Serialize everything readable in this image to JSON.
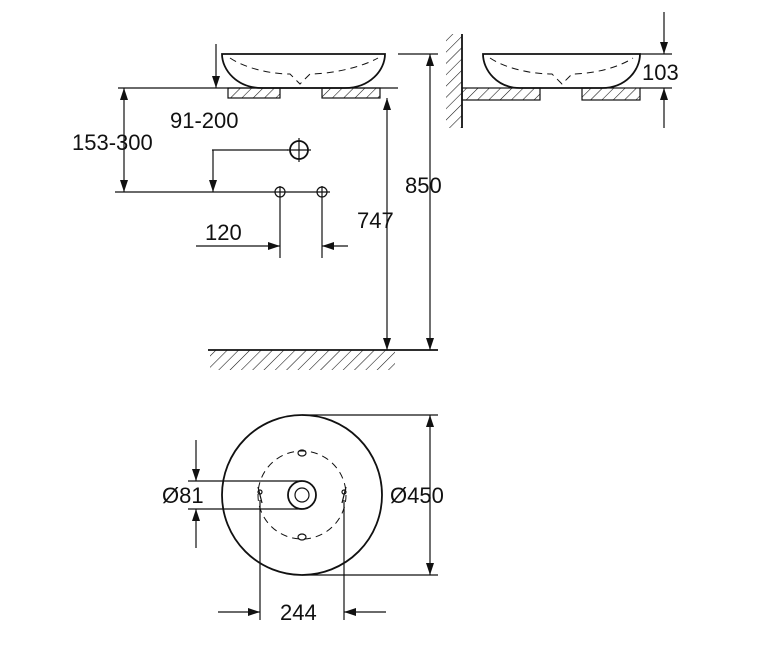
{
  "dimensions": {
    "mount_height": "850",
    "mount_to_outlet": "747",
    "basin_height": "103",
    "outlet_range": "153-300",
    "offset_range": "91-200",
    "outlet_spacing": "120",
    "drain_diameter": "Ø81",
    "basin_diameter": "Ø450",
    "tap_spacing": "244"
  }
}
